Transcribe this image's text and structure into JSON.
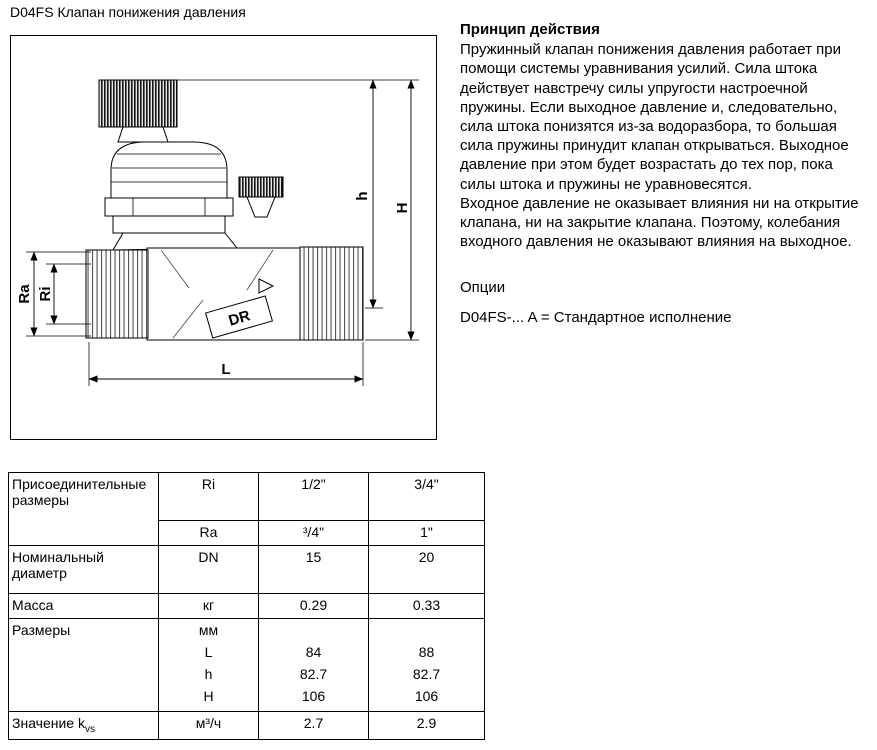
{
  "page": {
    "title": "D04FS  Клапан понижения давления"
  },
  "drawing": {
    "labels": {
      "ra": "Ra",
      "ri": "Ri",
      "h_small": "h",
      "h_big": "H",
      "length": "L",
      "dr": "DR"
    }
  },
  "principle": {
    "heading": "Принцип действия",
    "paragraph1": "Пружинный клапан понижения давления работает при помощи системы уравнивания усилий. Сила штока действует навстречу силы упругости настроечной пружины. Если выходное давление и, следовательно, сила штока понизятся из-за водоразбора, то большая сила пружины принудит клапан открываться. Выходное давление при этом будет возрастать до тех пор, пока силы штока и пружины не уравновесятся.",
    "paragraph2": "Входное давление не оказывает влияния ни на открытие клапана, ни на закрытие клапана. Поэтому, колебания входного давления не оказывают влияния на выходное."
  },
  "options": {
    "heading": "Опции",
    "line": "D04FS-... A =  Стандартное исполнение"
  },
  "spec_table": {
    "groups": [
      {
        "label": "Присоединительные размеры",
        "rows": [
          {
            "param": "Ri",
            "dn15": "1/2\"",
            "dn20": "3/4\""
          },
          {
            "param": "Ra",
            "dn15": "³/4\"",
            "dn20": "1\""
          }
        ]
      },
      {
        "label": "Номинальный диаметр",
        "rows": [
          {
            "param": "DN",
            "dn15": "15",
            "dn20": "20"
          }
        ]
      },
      {
        "label": "Масса",
        "rows": [
          {
            "param": "кг",
            "dn15": "0.29",
            "dn20": "0.33"
          }
        ]
      },
      {
        "label": "Размеры",
        "rows": [
          {
            "param": "мм",
            "dn15": "",
            "dn20": ""
          },
          {
            "param": "L",
            "dn15": "84",
            "dn20": "88"
          },
          {
            "param": "h",
            "dn15": "82.7",
            "dn20": "82.7"
          },
          {
            "param": "H",
            "dn15": "106",
            "dn20": "106"
          }
        ]
      },
      {
        "label": "Значение k",
        "label_sub": "vs",
        "rows": [
          {
            "param": "м³/ч",
            "dn15": "2.7",
            "dn20": "2.9"
          }
        ]
      }
    ]
  }
}
